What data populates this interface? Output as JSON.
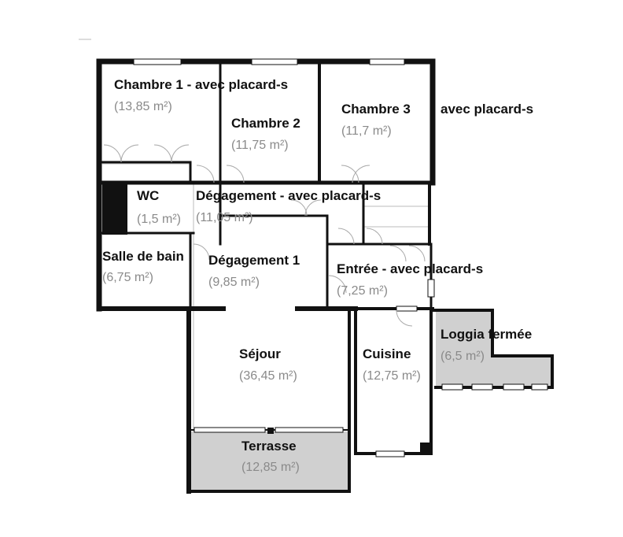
{
  "rooms": {
    "chambre1": {
      "name": "Chambre 1 - avec placard-s",
      "area": "(13,85 m²)"
    },
    "chambre2": {
      "name": "Chambre 2",
      "area": "(11,75 m²)"
    },
    "chambre3": {
      "name": "Chambre 3",
      "name_suffix": "avec placard-s",
      "area": "(11,7 m²)"
    },
    "wc": {
      "name": "WC",
      "area": "(1,5 m²)"
    },
    "degagement": {
      "name": "Dégagement - avec placard-s",
      "area": "(11,05 m²)"
    },
    "salle_de_bain": {
      "name": "Salle de bain",
      "area": "(6,75 m²)"
    },
    "degagement1": {
      "name": "Dégagement 1",
      "area": "(9,85 m²)"
    },
    "entree": {
      "name": "Entrée - avec placard-s",
      "area": "(7,25 m²)"
    },
    "loggia": {
      "name": "Loggia fermée",
      "area": "(6,5 m²)"
    },
    "sejour": {
      "name": "Séjour",
      "area": "(36,45 m²)"
    },
    "cuisine": {
      "name": "Cuisine",
      "area": "(12,75 m²)"
    },
    "terrasse": {
      "name": "Terrasse",
      "area": "(12,85 m²)"
    }
  },
  "colors": {
    "wall": "#111111",
    "exterior_fill": "#d0d0d0",
    "room_name": "#111111",
    "room_area": "#8a8a8a"
  }
}
